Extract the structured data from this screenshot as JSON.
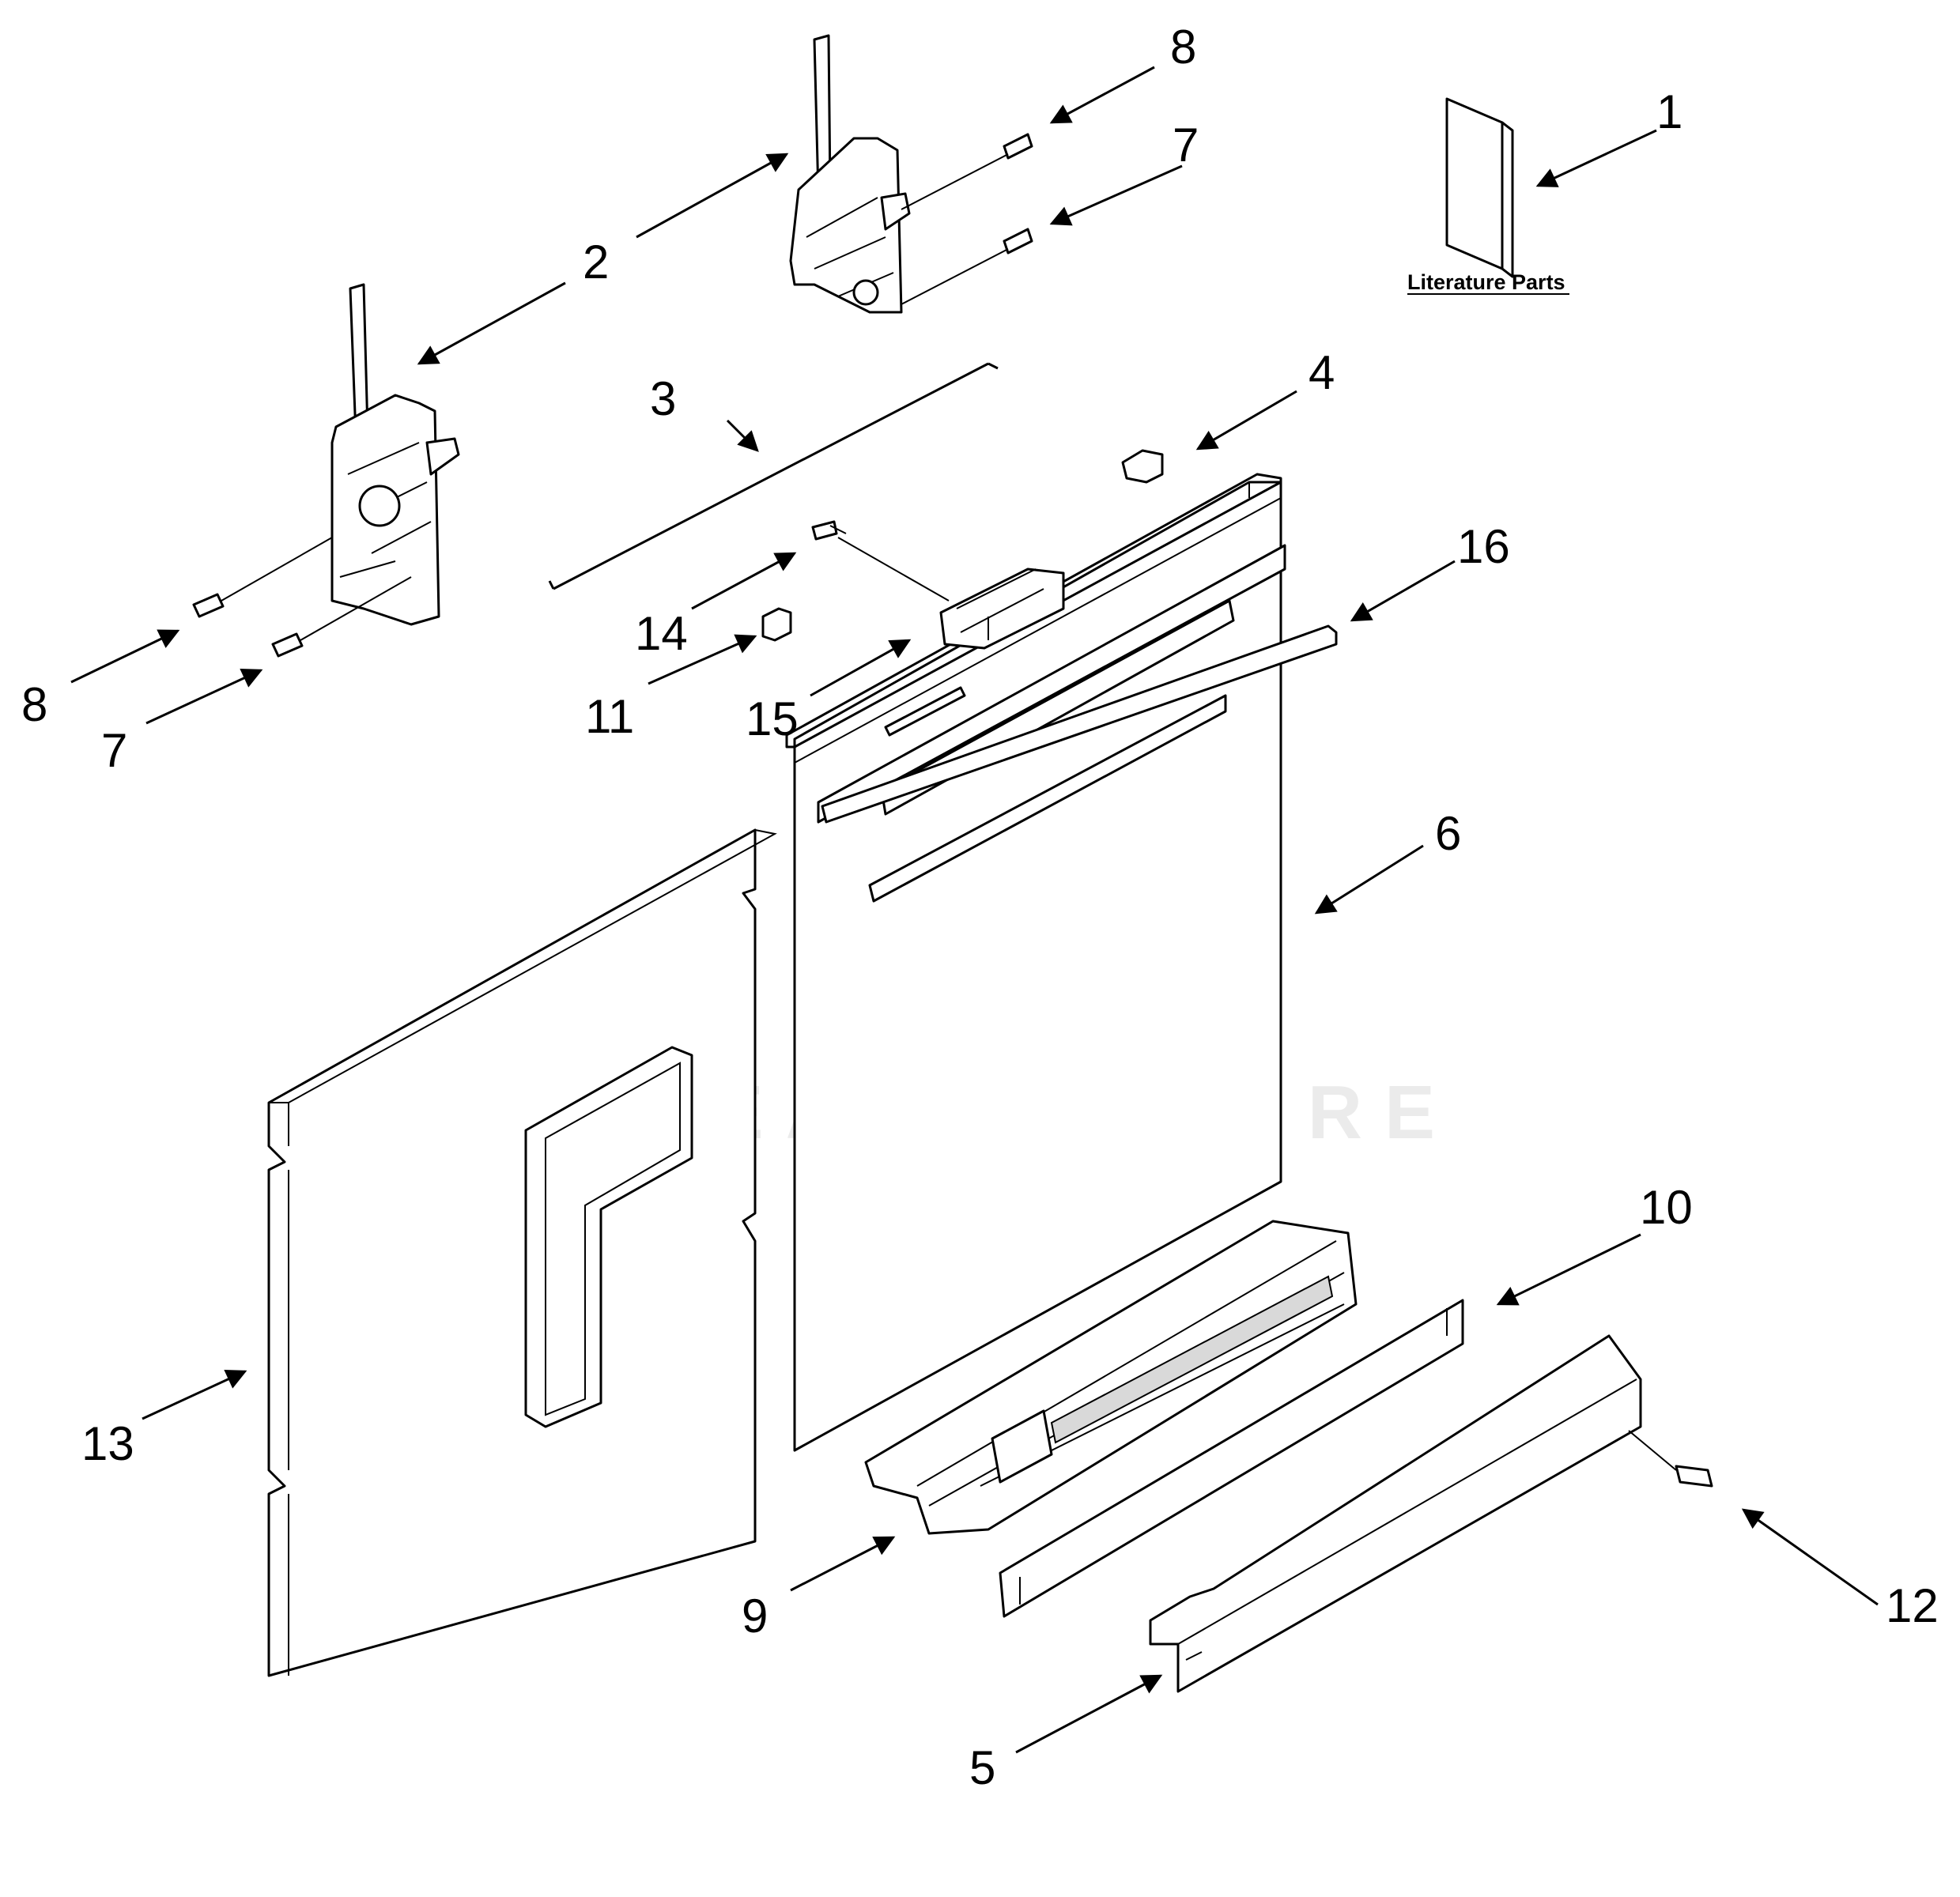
{
  "title": "",
  "literature_label": "Literature Parts",
  "watermark_text": "LEADVENTURE",
  "callouts": {
    "c1": "1",
    "c2": "2",
    "c3": "3",
    "c4": "4",
    "c5": "5",
    "c6": "6",
    "c7_top": "7",
    "c7_left": "7",
    "c8_top": "8",
    "c8_left": "8",
    "c9": "9",
    "c10": "10",
    "c11": "11",
    "c12": "12",
    "c13": "13",
    "c14": "14",
    "c15": "15",
    "c16": "16"
  },
  "colors": {
    "line": "#000000",
    "background": "#ffffff",
    "watermark": "#e6e6e6"
  }
}
